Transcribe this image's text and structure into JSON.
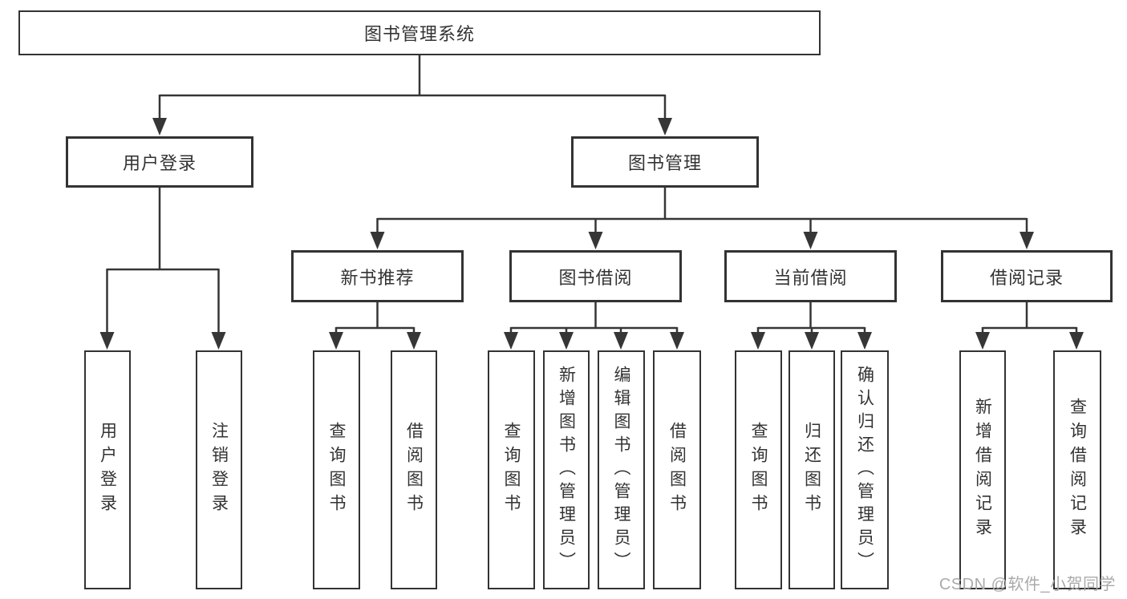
{
  "tree": {
    "label": "图书管理系统",
    "children": [
      {
        "label": "用户登录",
        "children": [
          {
            "label": "用户登录"
          },
          {
            "label": "注销登录"
          }
        ]
      },
      {
        "label": "图书管理",
        "children": [
          {
            "label": "新书推荐",
            "children": [
              {
                "label": "查询图书"
              },
              {
                "label": "借阅图书"
              }
            ]
          },
          {
            "label": "图书借阅",
            "children": [
              {
                "label": "查询图书"
              },
              {
                "label": "新增图书（管理员）"
              },
              {
                "label": "编辑图书（管理员）"
              },
              {
                "label": "借阅图书"
              }
            ]
          },
          {
            "label": "当前借阅",
            "children": [
              {
                "label": "查询图书"
              },
              {
                "label": "归还图书"
              },
              {
                "label": "确认归还（管理员）"
              }
            ]
          },
          {
            "label": "借阅记录",
            "children": [
              {
                "label": "新增借阅记录"
              },
              {
                "label": "查询借阅记录"
              }
            ]
          }
        ]
      }
    ]
  },
  "watermark": "CSDN @软件_小贺同学",
  "colors": {
    "line": "#363636",
    "border": "#333333",
    "text": "#333333",
    "watermark": "#aaaaaa",
    "background": "#ffffff"
  }
}
